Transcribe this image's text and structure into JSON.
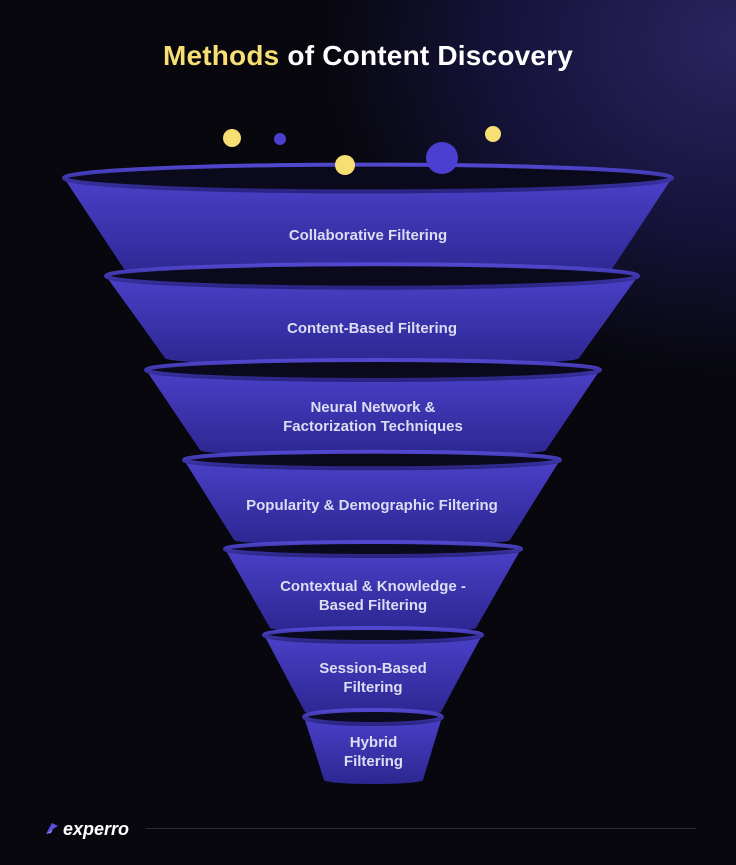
{
  "title": {
    "highlight": "Methods",
    "rest": " of Content Discovery"
  },
  "colors": {
    "accent": "#f7df73",
    "funnel": "#3d34b2",
    "dot_blue": "#4a3fd0",
    "background": "#07070d"
  },
  "funnel": {
    "layers": [
      {
        "lines": [
          "Collaborative Filtering"
        ]
      },
      {
        "lines": [
          "Content-Based Filtering"
        ]
      },
      {
        "lines": [
          "Neural Network &",
          "Factorization Techniques"
        ]
      },
      {
        "lines": [
          "Popularity & Demographic Filtering"
        ]
      },
      {
        "lines": [
          "Contextual & Knowledge -",
          "Based Filtering"
        ]
      },
      {
        "lines": [
          "Session-Based",
          "Filtering"
        ]
      },
      {
        "lines": [
          "Hybrid",
          "Filtering"
        ]
      }
    ]
  },
  "footer": {
    "brand": "experro",
    "logo_icon": "experro-logo-icon"
  }
}
